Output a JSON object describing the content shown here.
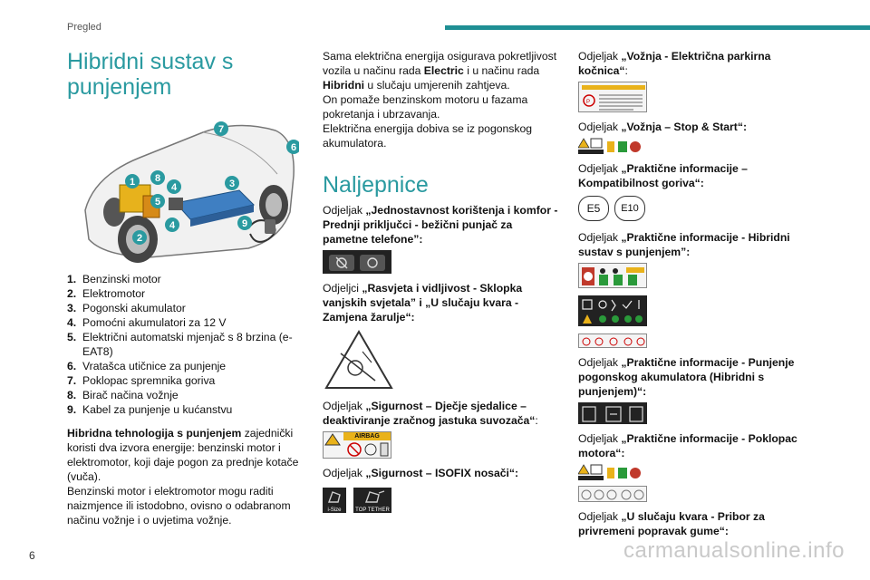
{
  "header": {
    "section": "Pregled"
  },
  "col1": {
    "title": "Hibridni sustav s punjenjem",
    "diagram_callouts": [
      "1",
      "2",
      "3",
      "4",
      "4",
      "5",
      "6",
      "7",
      "8",
      "9"
    ],
    "list": [
      {
        "num": "1.",
        "text": "Benzinski motor"
      },
      {
        "num": "2.",
        "text": "Elektromotor"
      },
      {
        "num": "3.",
        "text": "Pogonski akumulator"
      },
      {
        "num": "4.",
        "text": "Pomoćni akumulatori za 12 V"
      },
      {
        "num": "5.",
        "text": "Električni automatski mjenjač s 8 brzina (e-EAT8)"
      },
      {
        "num": "6.",
        "text": "Vratašca utičnice za punjenje"
      },
      {
        "num": "7.",
        "text": "Poklopac spremnika goriva"
      },
      {
        "num": "8.",
        "text": "Birač načina vožnje"
      },
      {
        "num": "9.",
        "text": "Kabel za punjenje u kućanstvu"
      }
    ],
    "para_bold": "Hibridna tehnologija s punjenjem",
    "para_rest": " zajednički koristi dva izvora energije: benzinski motor i elektromotor, koji daje pogon za prednje kotače (vuča).",
    "para2": "Benzinski motor i elektromotor mogu raditi naizmjence ili istodobno, ovisno o odabranom načinu vožnje i o uvjetima vožnje."
  },
  "col2": {
    "p1_a": "Sama električna energija osigurava pokretljivost vozila u načinu rada ",
    "p1_b": "Electric",
    "p1_c": " i u načinu rada ",
    "p1_d": "Hibridni",
    "p1_e": " u slučaju umjerenih zahtjeva.",
    "p2": "On pomaže benzinskom motoru u fazama pokretanja i ubrzavanja.",
    "p3": "Električna energija dobiva se iz pogonskog akumulatora.",
    "heading": "Naljepnice",
    "s1_a": "Odjeljak ",
    "s1_b": "„Jednostavnost korištenja i komfor - Prednji priključci - bežični punjač za pametne telefone”:",
    "s2_a": "Odjeljci ",
    "s2_b": "„Rasvjeta i vidljivost - Sklopka vanjskih svjetala” i „U slučaju kvara - Zamjena žarulje“:",
    "s3_a": "Odjeljak ",
    "s3_b": "„Sigurnost – Dječje sjedalice – deaktiviranje zračnog jastuka suvozača“",
    "s3_c": ":",
    "airbag_text": "AIRBAG",
    "s4_a": "Odjeljak ",
    "s4_b": "„Sigurnost – ISOFIX nosači“:",
    "isize_text": "i-Size",
    "tether_text": "TOP TETHER"
  },
  "col3": {
    "s1_a": "Odjeljak ",
    "s1_b": "„Vožnja - Električna parkirna kočnica“",
    "s1_c": ":",
    "s2_a": "Odjeljak ",
    "s2_b": "„Vožnja – Stop & Start“:",
    "s3_a": "Odjeljak ",
    "s3_b": "„Praktične informacije – Kompatibilnost goriva“:",
    "fuel1": "E5",
    "fuel2": "E10",
    "s4_a": "Odjeljak ",
    "s4_b": "„Praktične informacije - Hibridni sustav s punjenjem”:",
    "s5_a": "Odjeljak ",
    "s5_b": "„Praktične informacije - Punjenje pogonskog akumulatora (Hibridni s punjenjem)“:",
    "s6_a": "Odjeljak ",
    "s6_b": "„Praktične informacije - Poklopac motora“:",
    "s7_a": "Odjeljak ",
    "s7_b": "„U slučaju kvara - Pribor za privremeni popravak gume“:"
  },
  "footer": {
    "page": "6",
    "watermark": "carmanualsonline.info"
  }
}
